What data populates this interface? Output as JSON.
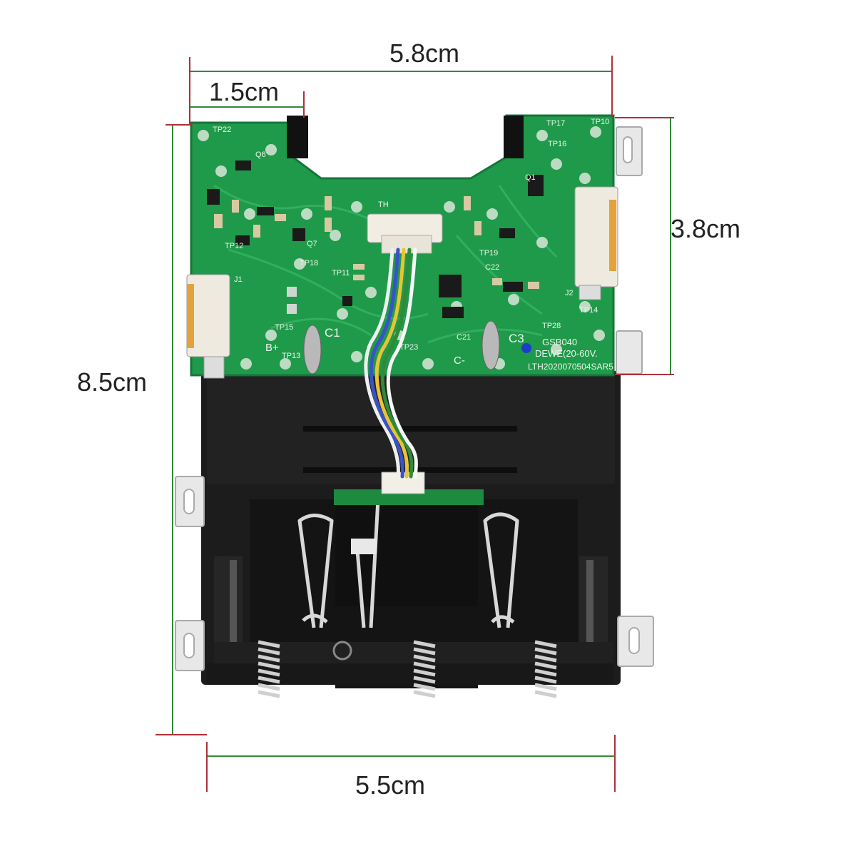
{
  "dimensions": {
    "total_width": "5.8cm",
    "tab_width": "1.5cm",
    "board_height": "3.8cm",
    "total_height": "8.5cm",
    "bottom_width": "5.5cm"
  },
  "pcb_markings": {
    "model": "GSB040",
    "voltage": "DEWE(20-60V.",
    "serial": "LTH2020070504SAR5",
    "tp22": "TP22",
    "tp17": "TP17",
    "tp10": "TP10",
    "tp16": "TP16",
    "tp14": "TP14",
    "tp28": "TP28",
    "tp15": "TP15",
    "tp13": "TP13",
    "tp23": "TP23",
    "tp18": "TP18",
    "tp19": "TP19",
    "tp12": "TP12",
    "tp11": "TP11",
    "c1": "C1",
    "c3": "C3",
    "c21": "C21",
    "c22": "C22",
    "b_plus": "B+",
    "c_minus": "C-",
    "th": "TH",
    "q6": "Q6",
    "q7": "Q7",
    "q1": "Q1",
    "j1": "J1",
    "j2": "J2"
  },
  "colors": {
    "pcb_green": "#1f9a4a",
    "housing_black": "#1b1b1b",
    "dimension_red": "#b0303a",
    "dimension_green": "#2f8a3a"
  }
}
